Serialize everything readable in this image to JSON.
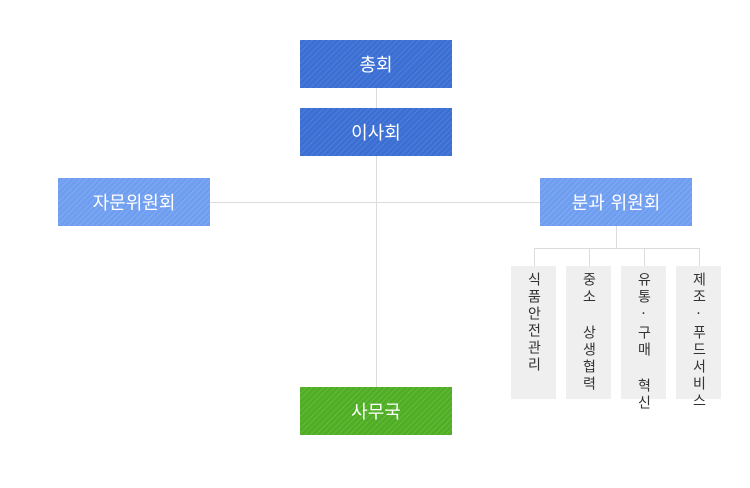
{
  "nodes": {
    "general_assembly": "총회",
    "board": "이사회",
    "advisory_committee": "자문위원회",
    "subcommittee": "분과 위원회",
    "secretariat": "사무국"
  },
  "subcommittees": [
    "식품안전관리",
    "중소 상생협력",
    "유통·구매 혁신",
    "제조·푸드서비스"
  ],
  "colors": {
    "dark_blue": "#3b6fd3",
    "light_blue": "#6f9ef0",
    "green": "#4fae24",
    "sub_background": "#efefef",
    "connector": "#dcdcdc"
  }
}
